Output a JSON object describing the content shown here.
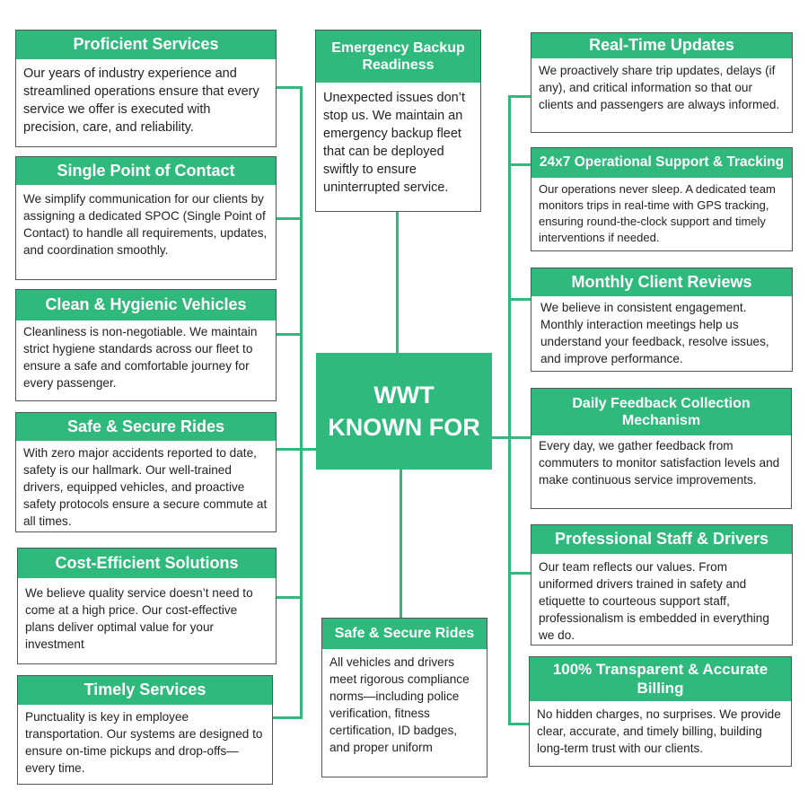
{
  "center": {
    "line1": "WWT",
    "line2": "KNOWN FOR"
  },
  "left": [
    {
      "title": "Proficient Services",
      "text": "Our years of industry experience and streamlined operations ensure that every service we offer is executed with precision, care, and reliability."
    },
    {
      "title": "Single Point of Contact",
      "text": "We simplify communication for our clients by assigning a dedicated SPOC (Single Point of Contact) to handle all requirements, updates, and coordination smoothly."
    },
    {
      "title": "Clean & Hygienic Vehicles",
      "text": "Cleanliness is non-negotiable. We maintain strict hygiene standards across our fleet to ensure a safe and comfortable journey for every passenger."
    },
    {
      "title": "Safe & Secure Rides",
      "text": "With zero major accidents reported to date, safety is our hallmark. Our well-trained drivers, equipped vehicles, and proactive safety protocols ensure a secure commute at all times."
    },
    {
      "title": "Cost-Efficient Solutions",
      "text": "We believe quality service doesn’t need to come at a high price. Our cost-effective plans deliver optimal value for your investment"
    },
    {
      "title": "Timely Services",
      "text": "Punctuality is key in employee transportation. Our systems are designed to ensure on-time pickups and drop-offs—every time."
    }
  ],
  "top": {
    "title": "Emergency Backup Readiness",
    "text": "Unexpected issues don’t stop us. We maintain an emergency backup fleet that can be deployed swiftly to ensure uninterrupted service."
  },
  "bottom": {
    "title": "Safe & Secure Rides",
    "text": "All vehicles and drivers meet rigorous compliance norms—including police verification, fitness certification, ID badges, and proper uniform"
  },
  "right": [
    {
      "title": "Real-Time Updates",
      "text": "We proactively share trip updates, delays (if any), and critical information so that our clients and passengers are always informed."
    },
    {
      "title": "24x7 Operational Support & Tracking",
      "text": "Our operations never sleep. A dedicated team monitors trips in real-time with GPS tracking, ensuring round-the-clock support and timely interventions if needed."
    },
    {
      "title": "Monthly Client Reviews",
      "text": "We believe in consistent engagement. Monthly interaction meetings help us understand your feedback, resolve issues, and improve performance."
    },
    {
      "title": "Daily Feedback Collection Mechanism",
      "text": "Every day, we gather feedback from commuters to monitor satisfaction levels and make continuous service improvements."
    },
    {
      "title": "Professional Staff & Drivers",
      "text": "Our team reflects our values. From uniformed drivers trained in safety and etiquette to courteous support staff, professionalism is embedded in everything we do."
    },
    {
      "title": "100% Transparent & Accurate Billing",
      "text": "No hidden charges, no surprises. We provide clear, accurate, and timely billing, building long-term trust with our clients."
    }
  ],
  "colors": {
    "accent": "#2fb97c",
    "border": "#555555"
  }
}
